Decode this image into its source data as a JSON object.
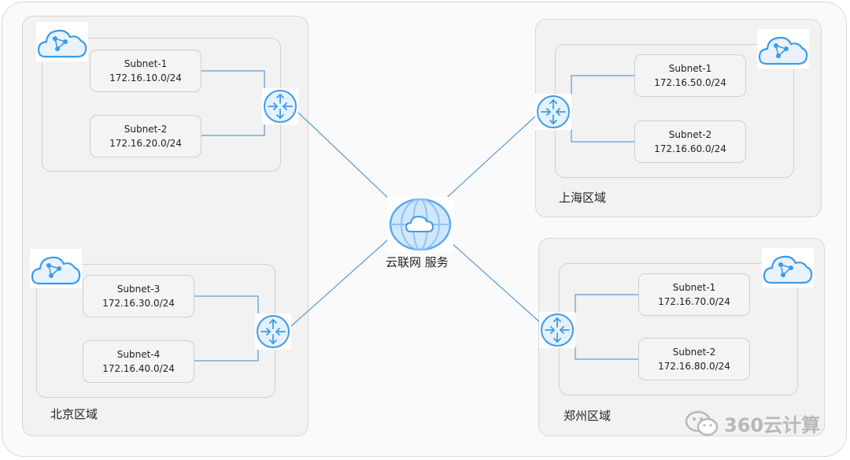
{
  "center": {
    "label": "云联网 服务"
  },
  "regions": [
    {
      "label": "北京区域",
      "vpcs": [
        {
          "subnets": [
            {
              "name": "Subnet-1",
              "cidr": "172.16.10.0/24"
            },
            {
              "name": "Subnet-2",
              "cidr": "172.16.20.0/24"
            }
          ]
        },
        {
          "subnets": [
            {
              "name": "Subnet-3",
              "cidr": "172.16.30.0/24"
            },
            {
              "name": "Subnet-4",
              "cidr": "172.16.40.0/24"
            }
          ]
        }
      ]
    },
    {
      "label": "上海区域",
      "vpcs": [
        {
          "subnets": [
            {
              "name": "Subnet-1",
              "cidr": "172.16.50.0/24"
            },
            {
              "name": "Subnet-2",
              "cidr": "172.16.60.0/24"
            }
          ]
        }
      ]
    },
    {
      "label": "郑州区域",
      "vpcs": [
        {
          "subnets": [
            {
              "name": "Subnet-1",
              "cidr": "172.16.70.0/24"
            },
            {
              "name": "Subnet-2",
              "cidr": "172.16.80.0/24"
            }
          ]
        }
      ]
    }
  ],
  "watermark": {
    "text": "360云计算"
  },
  "colors": {
    "line": "#5b9bd5",
    "icon": "#3d9be9",
    "icon_fill": "#dceefc"
  },
  "icons": {
    "cloud": "cloud-vpc-icon",
    "router": "router-icon",
    "ccn": "cloud-connect-globe-icon",
    "wechat": "wechat-logo-icon"
  }
}
